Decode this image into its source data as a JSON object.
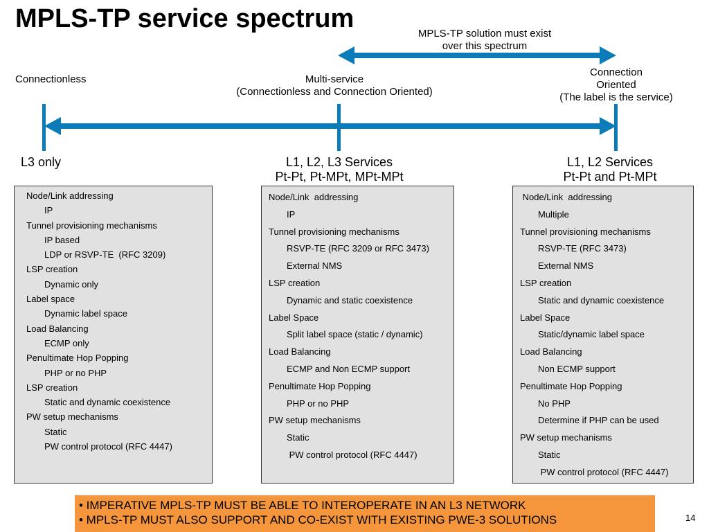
{
  "slide": {
    "title": "MPLS-TP service spectrum",
    "top_note_line1": "MPLS-TP solution must exist",
    "top_note_line2": "over this spectrum",
    "page_number": "14"
  },
  "axis": {
    "left_label": "Connectionless",
    "middle_label_line1": "Multi-service",
    "middle_label_line2": "(Connectionless and Connection Oriented)",
    "right_label_line1": "Connection",
    "right_label_line2": "Oriented",
    "right_label_line3": "(The label is the service)"
  },
  "columns": [
    {
      "header_line1": "L3 only",
      "header_line2": "",
      "items": [
        {
          "text": "Node/Link addressing",
          "indent": false
        },
        {
          "text": "IP",
          "indent": true
        },
        {
          "text": "Tunnel provisioning mechanisms",
          "indent": false
        },
        {
          "text": "IP based",
          "indent": true
        },
        {
          "text": "LDP or RSVP-TE  (RFC 3209)",
          "indent": true
        },
        {
          "text": "LSP creation",
          "indent": false
        },
        {
          "text": "Dynamic only",
          "indent": true
        },
        {
          "text": "Label space",
          "indent": false
        },
        {
          "text": "Dynamic label space",
          "indent": true
        },
        {
          "text": "Load Balancing",
          "indent": false
        },
        {
          "text": "ECMP only",
          "indent": true
        },
        {
          "text": "Penultimate Hop Popping",
          "indent": false
        },
        {
          "text": "PHP or no PHP",
          "indent": true
        },
        {
          "text": "LSP creation",
          "indent": false
        },
        {
          "text": "Static and dynamic coexistence",
          "indent": true
        },
        {
          "text": "PW setup mechanisms",
          "indent": false
        },
        {
          "text": "Static",
          "indent": true
        },
        {
          "text": "PW control protocol (RFC 4447)",
          "indent": true
        }
      ]
    },
    {
      "header_line1": "L1, L2, L3 Services",
      "header_line2": "Pt-Pt, Pt-MPt, MPt-MPt",
      "items": [
        {
          "text": "Node/Link  addressing",
          "indent": false
        },
        {
          "text": "IP",
          "indent": true
        },
        {
          "text": "Tunnel provisioning mechanisms",
          "indent": false
        },
        {
          "text": "RSVP-TE (RFC 3209 or RFC 3473)",
          "indent": true
        },
        {
          "text": "External NMS",
          "indent": true
        },
        {
          "text": "LSP creation",
          "indent": false
        },
        {
          "text": "Dynamic and static coexistence",
          "indent": true
        },
        {
          "text": "Label Space",
          "indent": false
        },
        {
          "text": "Split label space (static / dynamic)",
          "indent": true
        },
        {
          "text": "Load Balancing",
          "indent": false
        },
        {
          "text": "ECMP and Non ECMP support",
          "indent": true
        },
        {
          "text": "Penultimate Hop Popping",
          "indent": false
        },
        {
          "text": "PHP or no PHP",
          "indent": true
        },
        {
          "text": "PW setup mechanisms",
          "indent": false
        },
        {
          "text": "Static",
          "indent": true
        },
        {
          "text": " PW control protocol (RFC 4447)",
          "indent": true
        }
      ]
    },
    {
      "header_line1": "L1, L2 Services",
      "header_line2": "Pt-Pt and Pt-MPt",
      "items": [
        {
          "text": " Node/Link  addressing",
          "indent": false
        },
        {
          "text": "Multiple",
          "indent": true
        },
        {
          "text": "Tunnel provisioning mechanisms",
          "indent": false
        },
        {
          "text": "RSVP-TE (RFC 3473)",
          "indent": true
        },
        {
          "text": "External NMS",
          "indent": true
        },
        {
          "text": "LSP creation",
          "indent": false
        },
        {
          "text": "Static and dynamic coexistence",
          "indent": true
        },
        {
          "text": "Label Space",
          "indent": false
        },
        {
          "text": "Static/dynamic label space",
          "indent": true
        },
        {
          "text": "Load Balancing",
          "indent": false
        },
        {
          "text": "Non ECMP support",
          "indent": true
        },
        {
          "text": "Penultimate Hop Popping",
          "indent": false
        },
        {
          "text": "No PHP",
          "indent": true
        },
        {
          "text": "Determine if PHP can be used",
          "indent": true
        },
        {
          "text": "PW setup mechanisms",
          "indent": false
        },
        {
          "text": "Static",
          "indent": true
        },
        {
          "text": " PW control protocol (RFC 4447)",
          "indent": true
        }
      ]
    }
  ],
  "bottom": {
    "line1": "• IMPERATIVE MPLS-TP MUST BE ABLE TO INTEROPERATE IN AN L3 NETWORK",
    "line2": "• MPLS-TP MUST ALSO SUPPORT AND CO-EXIST WITH EXISTING PWE-3 SOLUTIONS"
  },
  "colors": {
    "arrow": "#0b7cb7",
    "panel_bg": "#e1e1e1",
    "bottom_bg": "#f5963c"
  }
}
